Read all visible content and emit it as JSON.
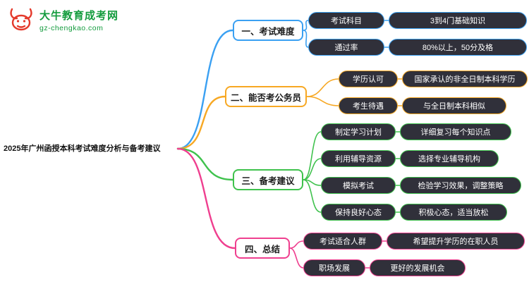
{
  "logo": {
    "title": "大牛教育成考网",
    "url": "gz-chengkao.com",
    "green": "#149c3e",
    "red": "#e4392b",
    "icon": "bull-icon"
  },
  "root": {
    "title": "2025年广州函授本科考试难度分析与备考建议"
  },
  "branches": [
    {
      "label": "一、考试难度",
      "color": "#3aa0f2",
      "items": [
        {
          "label": "考试科目",
          "value": "3到4门基础知识"
        },
        {
          "label": "通过率",
          "value": "80%以上，50分及格"
        }
      ]
    },
    {
      "label": "二、能否考公务员",
      "color": "#f7a823",
      "items": [
        {
          "label": "学历认可",
          "value": "国家承认的非全日制本科学历"
        },
        {
          "label": "考生待遇",
          "value": "与全日制本科相似"
        }
      ]
    },
    {
      "label": "三、备考建议",
      "color": "#3fc24d",
      "items": [
        {
          "label": "制定学习计划",
          "value": "详细复习每个知识点"
        },
        {
          "label": "利用辅导资源",
          "value": "选择专业辅导机构"
        },
        {
          "label": "模拟考试",
          "value": "检验学习效果，调整策略"
        },
        {
          "label": "保持良好心态",
          "value": "积极心态，适当放松"
        }
      ]
    },
    {
      "label": "四、总结",
      "color": "#ef3f8f",
      "items": [
        {
          "label": "考试适合人群",
          "value": "希望提升学历的在职人员"
        },
        {
          "label": "职场发展",
          "value": "更好的发展机会"
        }
      ]
    }
  ]
}
